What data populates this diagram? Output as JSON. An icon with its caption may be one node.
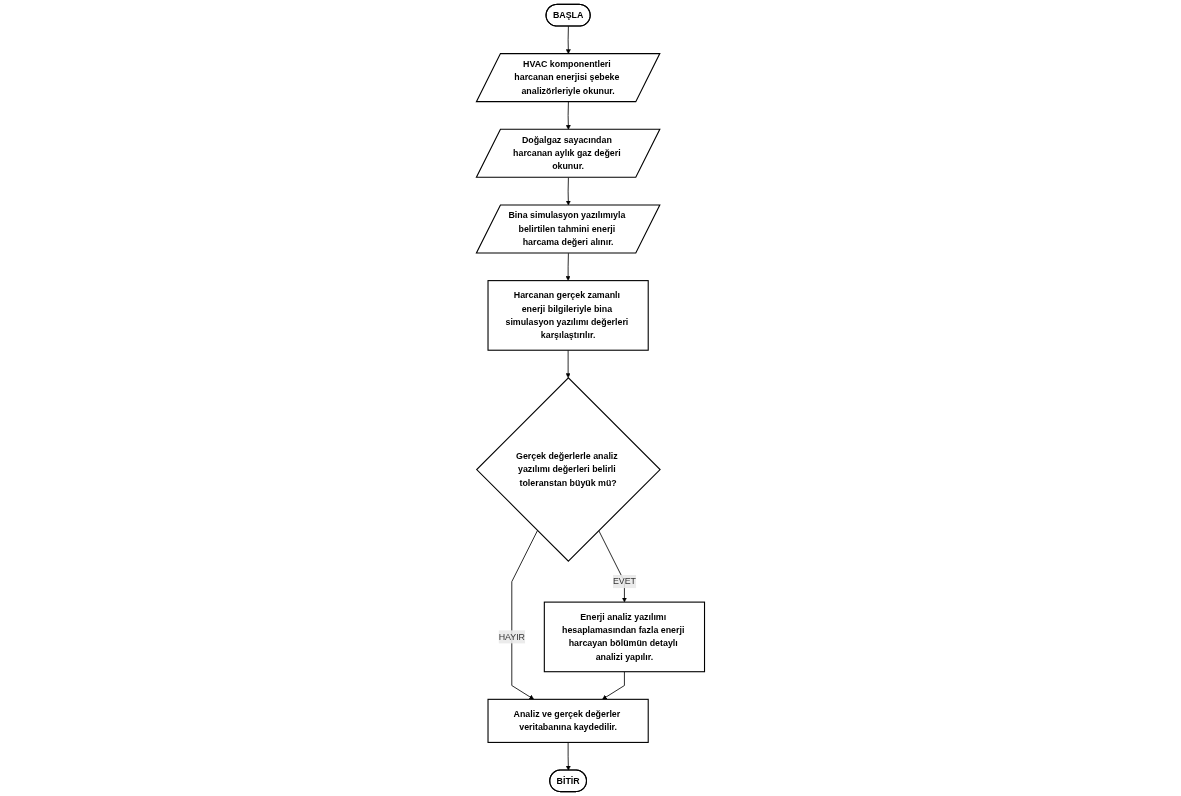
{
  "diagram": {
    "nodes": [
      {
        "text": [
          "BAŞLA"
        ]
      },
      {
        "text": [
          "HVAC komponentleri harcanan enerjisi şebeke analizörleriyle okunur."
        ]
      },
      {
        "text": [
          "Doğalgaz sayacından harcanan aylık gaz değeri okunur."
        ]
      },
      {
        "text": [
          "Bina simulasyon yazılımıyla belirtilen tahmini enerji harcama değeri alınır."
        ]
      },
      {
        "text": [
          "Harcanan gerçek zamanlı enerji bilgileriyle bina simulasyon yazılımı değerleri karşılaştırılır."
        ]
      },
      {
        "text": [
          "Gerçek değerlerle analiz yazılımı değerleri belirli toleranstan büyük mü?"
        ]
      },
      {
        "text": [
          "Enerji analiz yazılımı hesaplamasından fazla enerji harcayan bölümün detaylı analizi yapılır."
        ]
      },
      {
        "text": [
          "Analiz ve gerçek değerler veritabanına kaydedilir."
        ]
      },
      {
        "text": [
          "BİTİR"
        ]
      }
    ],
    "edges": [
      {
        "from": 0,
        "to": 1,
        "arrow": "to"
      },
      {
        "from": 1,
        "to": 2,
        "arrow": "to"
      },
      {
        "from": 2,
        "to": 3,
        "arrow": "to"
      },
      {
        "from": 3,
        "to": 4,
        "arrow": "to"
      },
      {
        "from": 4,
        "to": 5,
        "arrow": "to"
      },
      {
        "from": 5,
        "to": 6,
        "label": "EVET",
        "arrow": "to"
      },
      {
        "from": 5,
        "to": 7,
        "label": "HAYIR",
        "arrow": "to"
      },
      {
        "from": 6,
        "to": 7,
        "arrow": "to"
      },
      {
        "from": 7,
        "to": 8,
        "arrow": "to"
      }
    ]
  }
}
